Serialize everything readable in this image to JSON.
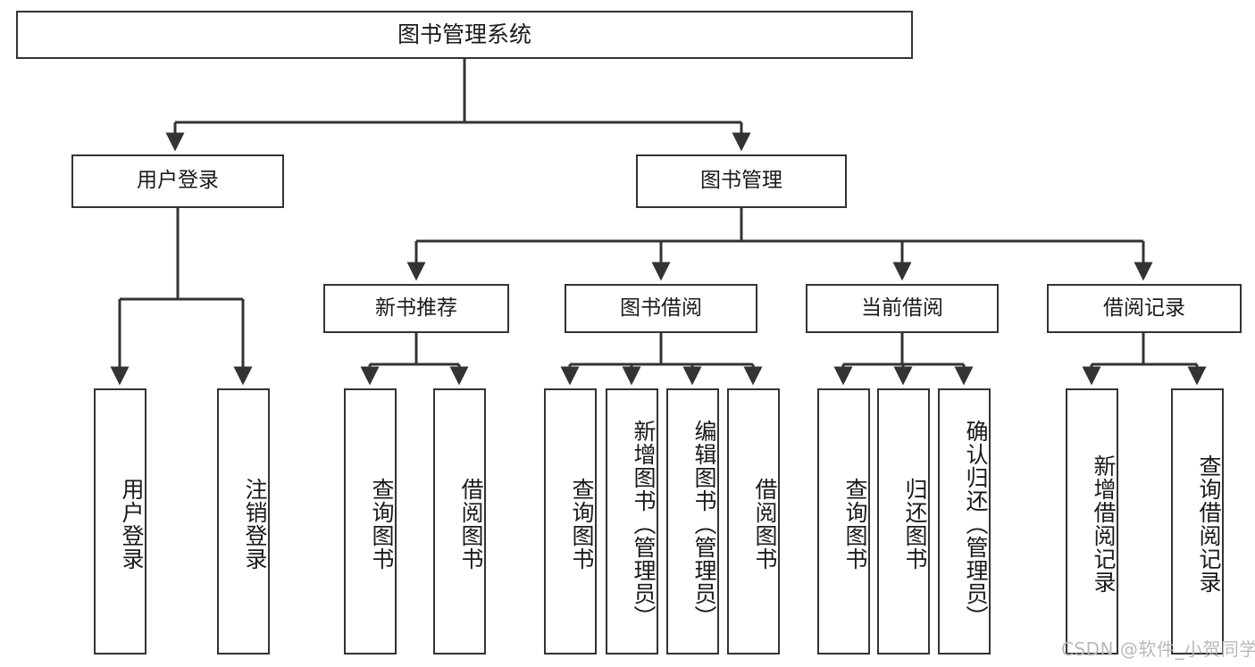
{
  "diagram": {
    "title": "图书管理系统",
    "type": "hierarchy-tree",
    "root": {
      "id": "root",
      "label": "图书管理系统"
    },
    "level2": [
      {
        "id": "user-login",
        "label": "用户登录"
      },
      {
        "id": "book-management",
        "label": "图书管理"
      }
    ],
    "level3": [
      {
        "id": "new-book-recommend",
        "label": "新书推荐"
      },
      {
        "id": "book-borrow",
        "label": "图书借阅"
      },
      {
        "id": "current-borrow",
        "label": "当前借阅"
      },
      {
        "id": "borrow-record",
        "label": "借阅记录"
      }
    ],
    "leaves": {
      "user_login": [
        {
          "id": "leaf-user-login",
          "label": "用户登录"
        },
        {
          "id": "leaf-logout-login",
          "label": "注销登录"
        }
      ],
      "new_book_recommend": [
        {
          "id": "leaf-query-book-1",
          "label": "查询图书"
        },
        {
          "id": "leaf-borrow-book-1",
          "label": "借阅图书"
        }
      ],
      "book_borrow": [
        {
          "id": "leaf-query-book-2",
          "label": "查询图书"
        },
        {
          "id": "leaf-add-book",
          "label": "新增图书（管理员）"
        },
        {
          "id": "leaf-edit-book",
          "label": "编辑图书（管理员）"
        },
        {
          "id": "leaf-borrow-book-2",
          "label": "借阅图书"
        }
      ],
      "current_borrow": [
        {
          "id": "leaf-query-book-3",
          "label": "查询图书"
        },
        {
          "id": "leaf-return-book",
          "label": "归还图书"
        },
        {
          "id": "leaf-confirm-return",
          "label": "确认归还（管理员）"
        }
      ],
      "borrow_record": [
        {
          "id": "leaf-add-borrow-record",
          "label": "新增借阅记录"
        },
        {
          "id": "leaf-query-borrow-record",
          "label": "查询借阅记录"
        }
      ]
    }
  },
  "watermark": {
    "text": "CSDN @软件_小贺同学"
  },
  "colors": {
    "stroke": "#333333",
    "fill": "#ffffff",
    "text": "#1a1a1a",
    "watermark": "#b9b9b9"
  }
}
